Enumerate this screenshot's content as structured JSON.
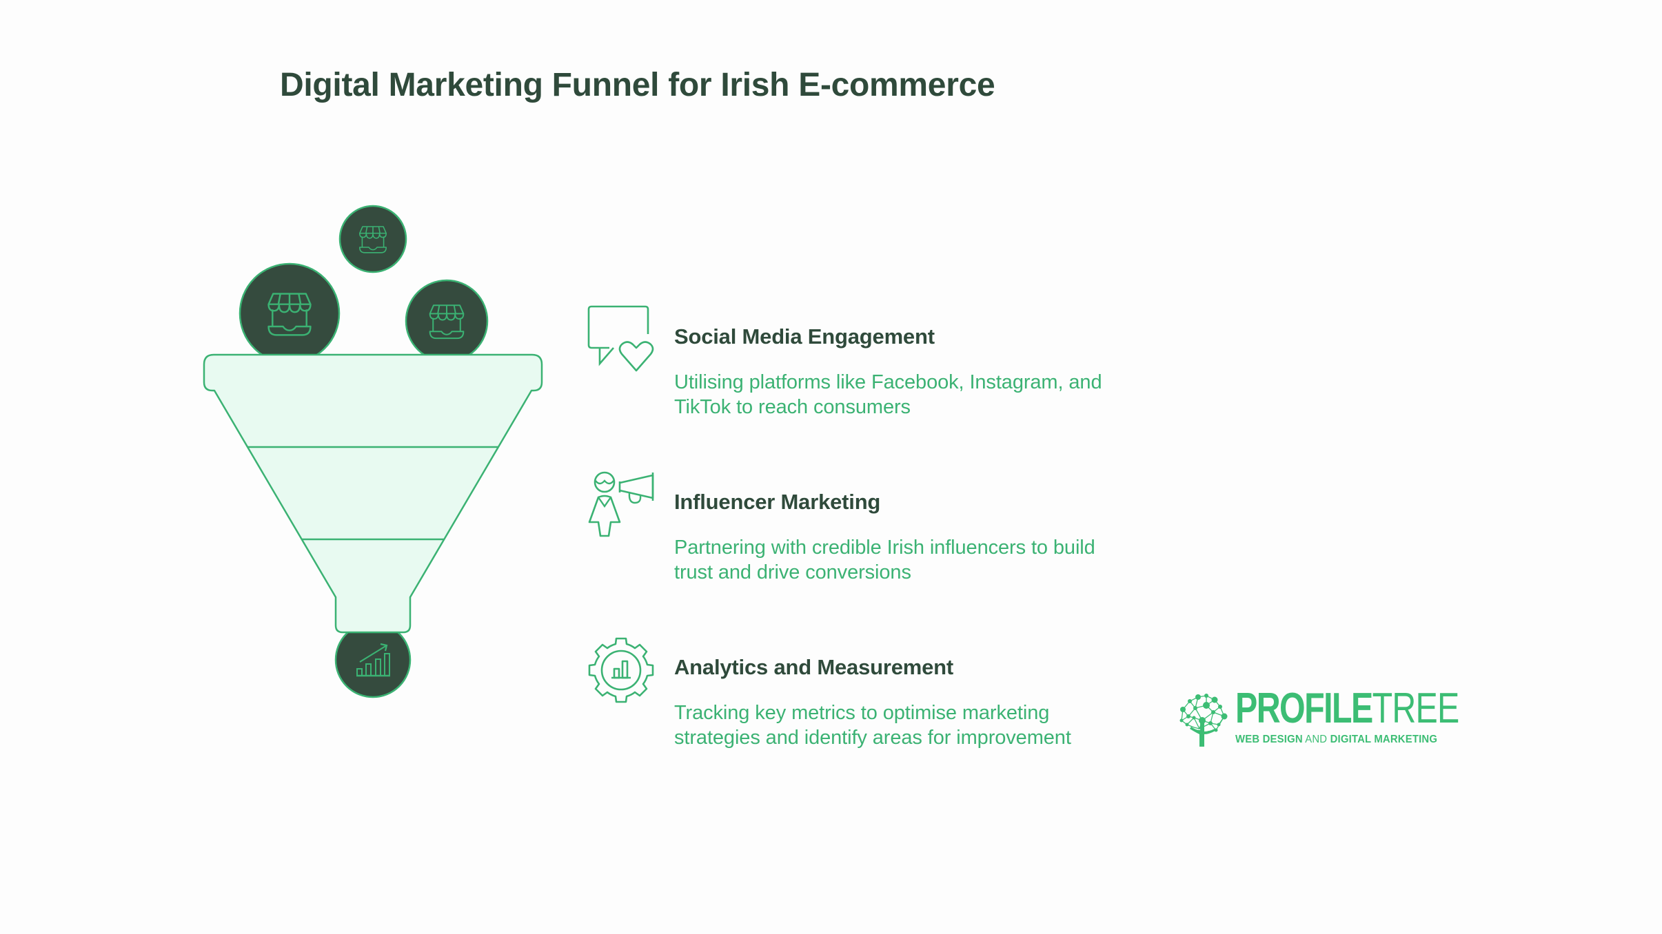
{
  "title": "Digital Marketing Funnel for Irish E-commerce",
  "colors": {
    "dark_green": "#354b3e",
    "accent_green": "#3bb273",
    "funnel_fill": "#e8faf1",
    "heading_text": "#2f4a3b",
    "logo_green": "#3cbd74",
    "background": "#fdfdfd"
  },
  "funnel": {
    "input_icons": [
      "storefront-icon",
      "storefront-icon",
      "storefront-icon"
    ],
    "output_icon": "growth-chart-icon",
    "sections": 3
  },
  "items": [
    {
      "icon": "chat-heart-icon",
      "heading": "Social Media Engagement",
      "description": "Utilising platforms like Facebook, Instagram, and TikTok to reach consumers"
    },
    {
      "icon": "influencer-megaphone-icon",
      "heading": "Influencer Marketing",
      "description": "Partnering with credible Irish influencers to build trust and drive conversions"
    },
    {
      "icon": "gear-chart-icon",
      "heading": "Analytics and Measurement",
      "description": "Tracking key metrics to optimise marketing strategies and identify areas for improvement"
    }
  ],
  "logo": {
    "name_bold": "PROFILE",
    "name_light": "TREE",
    "tagline_part1": "WEB DESIGN",
    "tagline_part2": " AND ",
    "tagline_part3": "DIGITAL MARKETING"
  }
}
